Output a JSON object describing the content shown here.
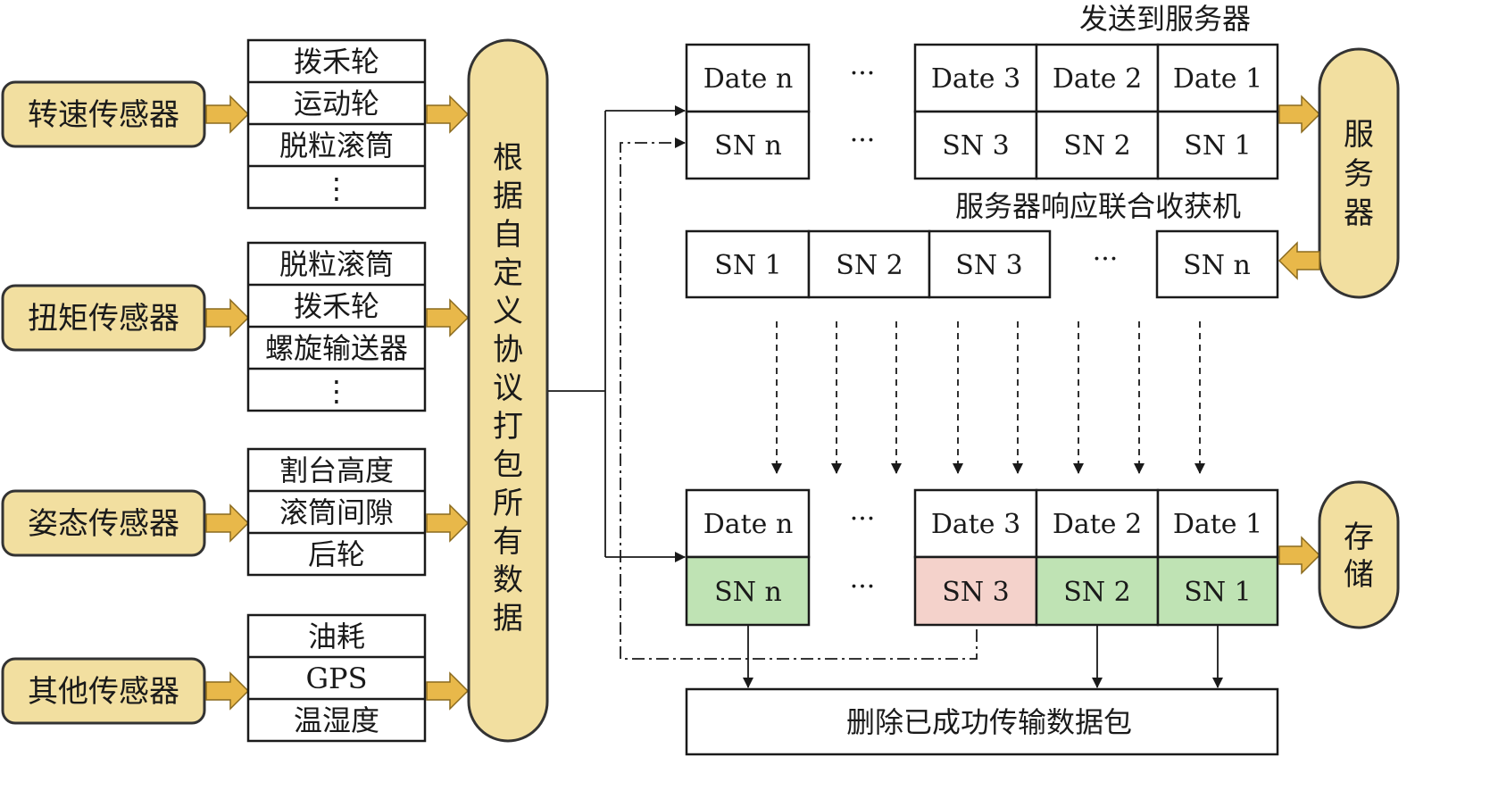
{
  "colors": {
    "sensor_fill": "#F2DFA0",
    "sensor_stroke": "#333333",
    "arrow_fill": "#E8B84A",
    "pill_fill": "#F2DFA0",
    "green_cell": "#BFE3B4",
    "pink_cell": "#F4D2CB",
    "line": "#1a1a1a"
  },
  "sensors": [
    {
      "label": "转速传感器",
      "items": [
        "拨禾轮",
        "运动轮",
        "脱粒滚筒",
        "⋮"
      ]
    },
    {
      "label": "扭矩传感器",
      "items": [
        "脱粒滚筒",
        "拨禾轮",
        "螺旋输送器",
        "⋮"
      ]
    },
    {
      "label": "姿态传感器",
      "items": [
        "割台高度",
        "滚筒间隙",
        "后轮"
      ]
    },
    {
      "label": "其他传感器",
      "items": [
        "油耗",
        "GPS",
        "温湿度"
      ]
    }
  ],
  "pack_label": "根据自定义协议打包所有数据",
  "send_label": "发送到服务器",
  "response_label": "服务器响应联合收获机",
  "server_label": "服务器",
  "store_label": "存储",
  "delete_label": "删除已成功传输数据包",
  "ellipsis": "···",
  "top_row": {
    "first_date": "Date n",
    "first_sn": "SN n",
    "dates": [
      "Date 3",
      "Date 2",
      "Date 1"
    ],
    "sns": [
      "SN 3",
      "SN 2",
      "SN 1"
    ]
  },
  "response_row": {
    "cells": [
      "SN 1",
      "SN 2",
      "SN 3"
    ],
    "last": "SN n"
  },
  "bottom_row": {
    "first_date": "Date n",
    "first_sn": "SN n",
    "dates": [
      "Date 3",
      "Date 2",
      "Date 1"
    ],
    "sns": [
      "SN 3",
      "SN 2",
      "SN 1"
    ],
    "sn_status": [
      "success",
      "failed",
      "success",
      "success"
    ]
  }
}
